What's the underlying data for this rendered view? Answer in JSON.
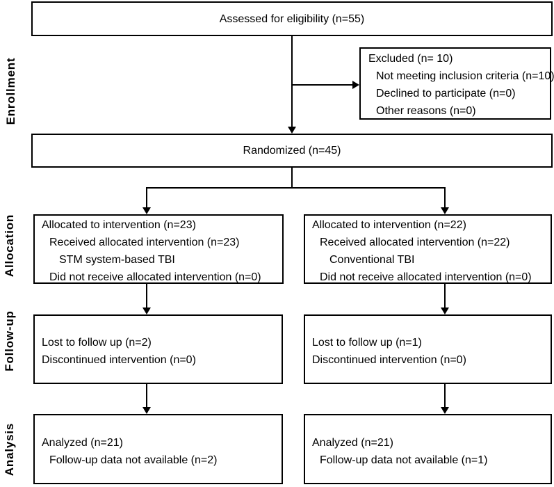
{
  "figure": {
    "type": "consort-flow-diagram",
    "stages": [
      "Enrollment",
      "Allocation",
      "Follow-up",
      "Analysis"
    ],
    "boxes": {
      "assessed": "Assessed for eligibility (n=55)",
      "excluded": [
        "Excluded (n= 10)",
        "Not meeting inclusion criteria (n=10)",
        "Declined to participate (n=0)",
        "Other reasons (n=0)"
      ],
      "randomized": "Randomized (n=45)",
      "allocation_left": [
        "Allocated to intervention (n=23)",
        "Received allocated intervention (n=23)",
        "STM system-based TBI",
        "Did not receive allocated intervention (n=0)"
      ],
      "allocation_right": [
        "Allocated to intervention (n=22)",
        "Received allocated intervention (n=22)",
        "Conventional TBI",
        "Did not receive allocated intervention (n=0)"
      ],
      "followup_left": [
        "Lost to follow up (n=2)",
        "Discontinued intervention (n=0)"
      ],
      "followup_right": [
        "Lost to follow up (n=1)",
        "Discontinued intervention (n=0)"
      ],
      "analysis_left": [
        "Analyzed (n=21)",
        "Follow-up data not available (n=2)"
      ],
      "analysis_right": [
        "Analyzed (n=21)",
        "Follow-up data not available (n=1)"
      ]
    },
    "colors": {
      "background": "#ffffff",
      "border": "#000000",
      "text": "#000000"
    }
  }
}
